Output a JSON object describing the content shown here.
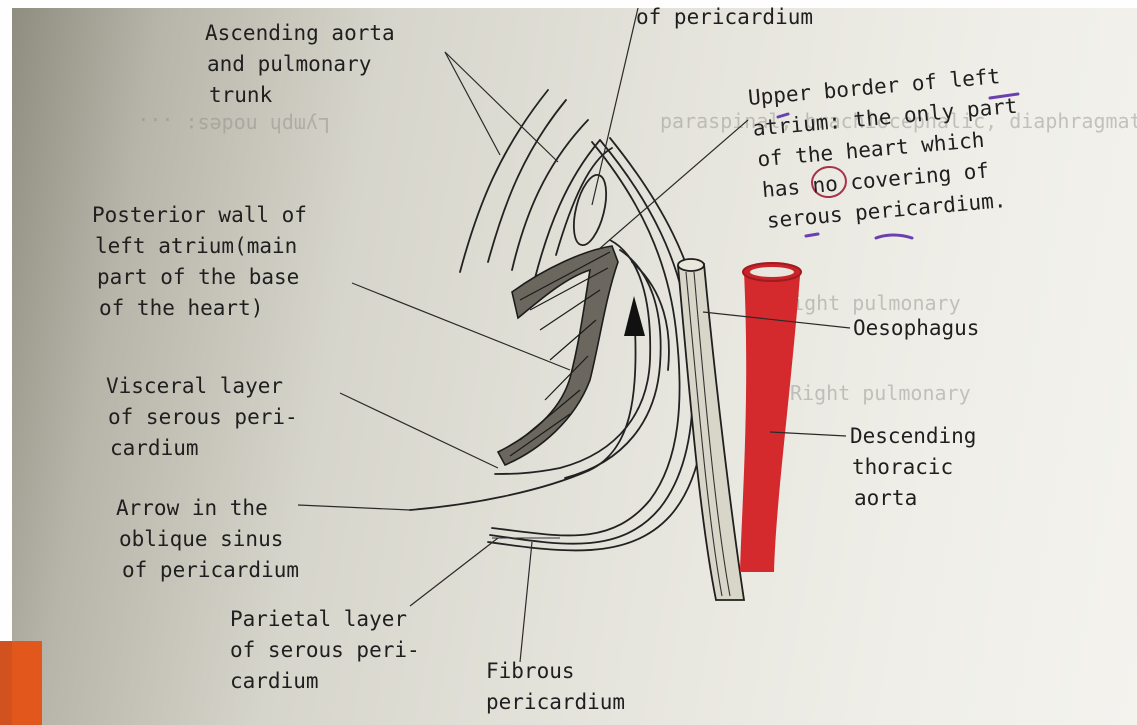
{
  "labels": {
    "pericardium_top": "of pericardium",
    "ascending_aorta": [
      "Ascending aorta",
      "and pulmonary",
      "trunk"
    ],
    "upper_border": [
      "Upper border of left",
      "atrium: the only part",
      "of the heart which",
      "has no covering of",
      "serous pericardium."
    ],
    "posterior_wall": [
      "Posterior wall of",
      "left atrium(main",
      "part of the base",
      "of the heart)"
    ],
    "oesophagus": "Oesophagus",
    "visceral_layer": [
      "Visceral layer",
      "of serous peri-",
      "cardium"
    ],
    "descending_aorta": [
      "Descending",
      "thoracic",
      "aorta"
    ],
    "arrow_sinus": [
      "Arrow in the",
      "oblique sinus",
      "of pericardium"
    ],
    "parietal_layer": [
      "Parietal layer",
      "of serous peri-",
      "cardium"
    ],
    "fibrous": [
      "Fibrous",
      "pericardium"
    ]
  },
  "colors": {
    "aorta": "#d42a2e",
    "ink": "#222222",
    "circle_mark": "#a8324a",
    "violet_mark": "#6a3fb0",
    "accent": "#e2571c"
  }
}
